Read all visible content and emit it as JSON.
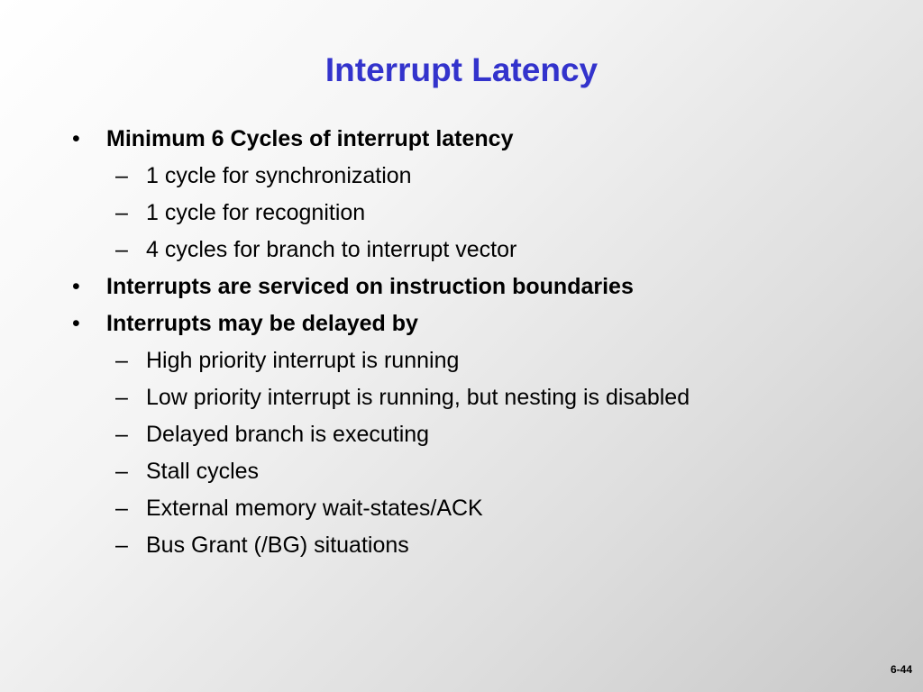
{
  "slide": {
    "title": "Interrupt Latency",
    "bullet_glyph": "•",
    "dash_glyph": "–",
    "items": [
      {
        "level": 1,
        "text": "Minimum 6 Cycles of interrupt latency"
      },
      {
        "level": 2,
        "text": "1 cycle for synchronization"
      },
      {
        "level": 2,
        "text": "1 cycle for recognition"
      },
      {
        "level": 2,
        "text": "4 cycles for branch to interrupt vector"
      },
      {
        "level": 1,
        "text": "Interrupts are serviced on instruction boundaries"
      },
      {
        "level": 1,
        "text": "Interrupts may be delayed by"
      },
      {
        "level": 2,
        "text": "High priority interrupt is running"
      },
      {
        "level": 2,
        "text": "Low priority interrupt is running, but nesting is disabled"
      },
      {
        "level": 2,
        "text": "Delayed branch is executing"
      },
      {
        "level": 2,
        "text": "Stall cycles"
      },
      {
        "level": 2,
        "text": "External memory wait-states/ACK"
      },
      {
        "level": 2,
        "text": "Bus Grant (/BG) situations"
      }
    ],
    "page_number": "6-44",
    "title_color": "#3333cc",
    "text_color": "#000000"
  }
}
